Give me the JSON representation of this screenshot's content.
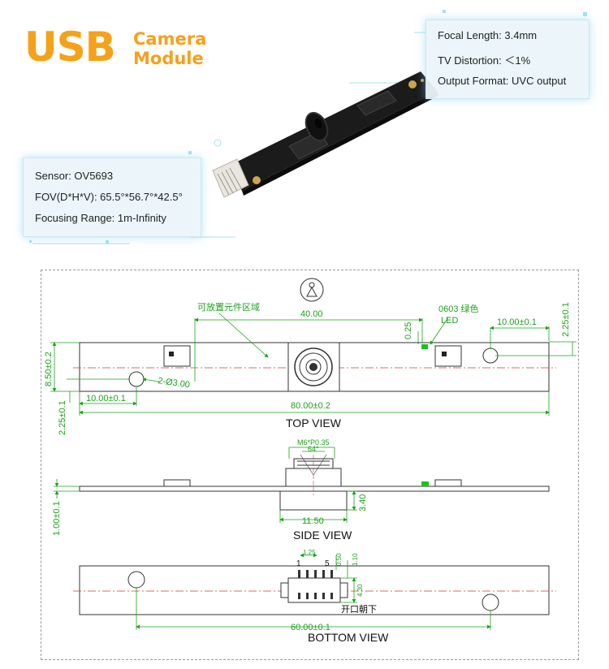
{
  "title": {
    "usb": "USB",
    "camera": "Camera",
    "module": "Module"
  },
  "specs_right": [
    "Focal Length: 3.4mm",
    "TV Distortion: ＜1%",
    "Output Format: UVC output"
  ],
  "specs_left": [
    "Sensor: OV5693",
    "FOV(D*H*V): 65.5°*56.7°*42.5°",
    "Focusing Range: 1m-Infinity"
  ],
  "drawing": {
    "top_view": {
      "label": "TOP VIEW",
      "component_area": "可放置元件区域",
      "dim_40": "40.00",
      "dim_025": "0.25",
      "led_label": "0603 绿色",
      "led_text": "LED",
      "dim_10_right": "10.00±0.1",
      "dim_225_right": "2.25±0.1",
      "dim_850": "8.50±0.2",
      "hole_dia": "2-Ø3.00",
      "dim_10_left": "10.00±0.1",
      "dim_80": "80.00±0.2",
      "dim_225_left": "2.25±0.1"
    },
    "side_view": {
      "label": "SIDE VIEW",
      "thread": "M6*P0.35",
      "angle": "64°",
      "dim_340": "3.40",
      "dim_1150": "11.50",
      "dim_100": "1.00±0.1"
    },
    "bottom_view": {
      "label": "BOTTOM VIEW",
      "pin1": "1",
      "pin5": "5",
      "dim_125": "1.25",
      "dim_050": "0.50",
      "dim_110": "1.10",
      "dim_430": "4.30",
      "opening_down": "开口朝下",
      "dim_60": "60.00±0.1"
    }
  },
  "colors": {
    "orange": "#f5a11a",
    "dim_green": "#1ea01e",
    "center_red": "#c24040",
    "led_green": "#19c419"
  }
}
